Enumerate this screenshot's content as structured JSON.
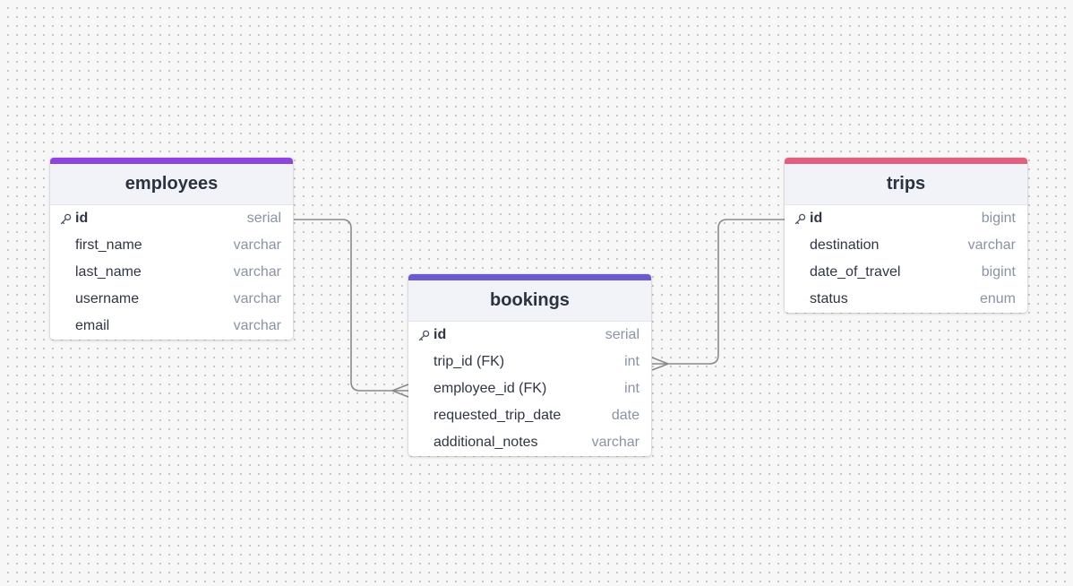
{
  "diagram": {
    "tables": [
      {
        "id": "employees",
        "title": "employees",
        "accent": "#8e44dd",
        "columns": [
          {
            "name": "id",
            "type": "serial",
            "pk": true
          },
          {
            "name": "first_name",
            "type": "varchar"
          },
          {
            "name": "last_name",
            "type": "varchar"
          },
          {
            "name": "username",
            "type": "varchar"
          },
          {
            "name": "email",
            "type": "varchar"
          }
        ]
      },
      {
        "id": "bookings",
        "title": "bookings",
        "accent": "#6a5acd",
        "columns": [
          {
            "name": "id",
            "type": "serial",
            "pk": true
          },
          {
            "name": "trip_id (FK)",
            "type": "int"
          },
          {
            "name": "employee_id (FK)",
            "type": "int"
          },
          {
            "name": "requested_trip_date",
            "type": "date"
          },
          {
            "name": "additional_notes",
            "type": "varchar"
          }
        ]
      },
      {
        "id": "trips",
        "title": "trips",
        "accent": "#e0607e",
        "columns": [
          {
            "name": "id",
            "type": "bigint",
            "pk": true
          },
          {
            "name": "destination",
            "type": "varchar"
          },
          {
            "name": "date_of_travel",
            "type": "bigint"
          },
          {
            "name": "status",
            "type": "enum"
          }
        ]
      }
    ],
    "relationships": [
      {
        "from": "employees.id",
        "to": "bookings.employee_id (FK)",
        "cardinality": "one-to-many"
      },
      {
        "from": "trips.id",
        "to": "bookings.trip_id (FK)",
        "cardinality": "one-to-many"
      }
    ],
    "colors": {
      "connector": "#8a8a8a",
      "key_icon": "#4b5363"
    },
    "icons": {
      "primary_key": "key-icon"
    }
  }
}
